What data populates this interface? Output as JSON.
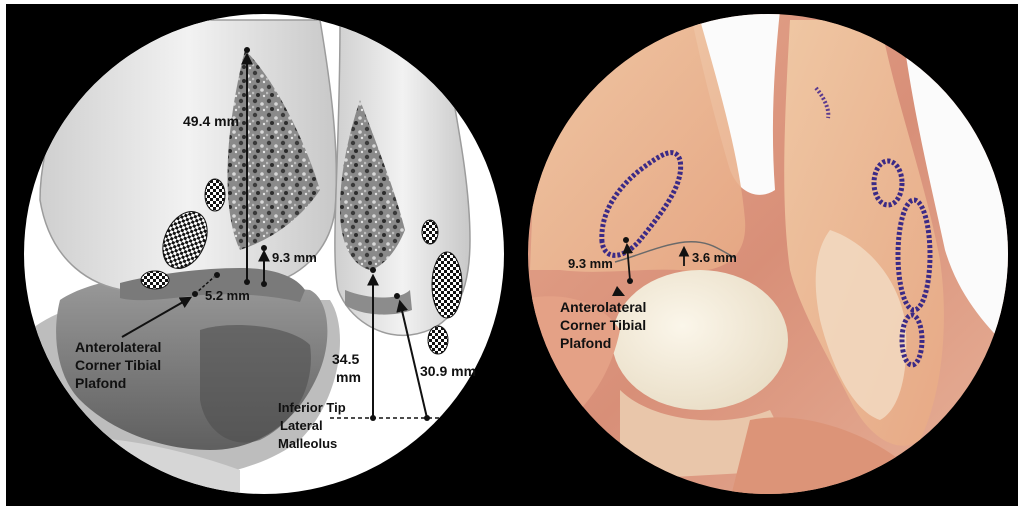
{
  "left_panel": {
    "measurements": {
      "m1": "49.4 mm",
      "m2": "9.3 mm",
      "m3": "5.2 mm",
      "m4_value": "34.5",
      "m4_unit": "mm",
      "m5": "30.9 mm"
    },
    "labels": {
      "corner_line1": "Anterolateral",
      "corner_line2": "Corner Tibial",
      "corner_line3": "Plafond",
      "tip_line1": "Inferior Tip",
      "tip_line2": "Lateral",
      "tip_line3": "Malleolus"
    }
  },
  "right_panel": {
    "measurements": {
      "m1": "9.3 mm",
      "m2": "3.6 mm"
    },
    "labels": {
      "corner_line1": "Anterolateral",
      "corner_line2": "Corner Tibial",
      "corner_line3": "Plafond"
    }
  }
}
